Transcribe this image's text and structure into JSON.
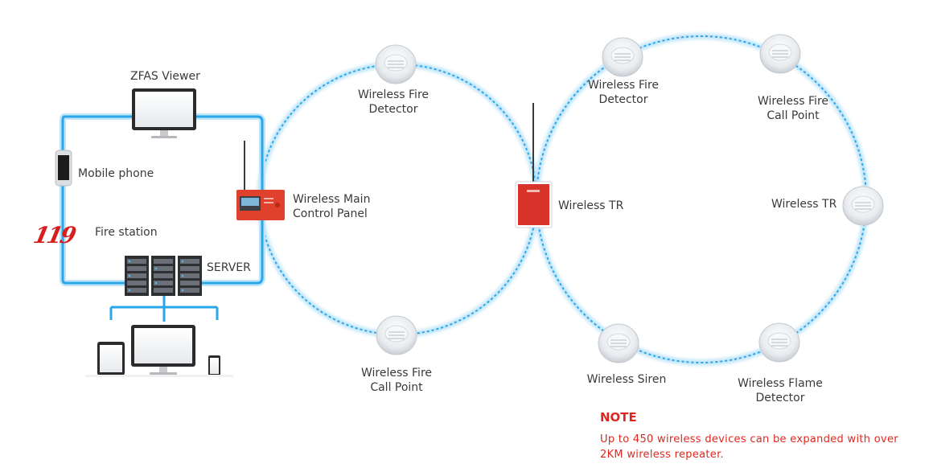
{
  "labels": {
    "zfas_viewer": "ZFAS Viewer",
    "mobile_phone": "Mobile phone",
    "fire_station": "Fire station",
    "server": "SERVER",
    "main_panel_line1": "Wireless Main",
    "main_panel_line2": "Control Panel",
    "left_top_detector_line1": "Wireless Fire",
    "left_top_detector_line2": "Detector",
    "left_bottom_callpoint_line1": "Wireless Fire",
    "left_bottom_callpoint_line2": "Call Point",
    "center_tr": "Wireless TR",
    "right_top_detector_line1": "Wireless Fire",
    "right_top_detector_line2": "Detector",
    "right_top_callpoint_line1": "Wireless Fire",
    "right_top_callpoint_line2": "Call Point",
    "right_tr": "Wireless TR",
    "siren": "Wireless Siren",
    "flame_line1": "Wireless Flame",
    "flame_line2": "Detector"
  },
  "logo_119": "119",
  "note": {
    "title": "NOTE",
    "text": "Up to 450 wireless devices can be expanded with over 2KM wireless repeater."
  },
  "colors": {
    "link_blue": "#2aa7e8",
    "glow_blue": "#9fd8f5",
    "panel_red": "#e0412c",
    "note_red": "#e0271f",
    "logo_red": "#d81e1e"
  }
}
